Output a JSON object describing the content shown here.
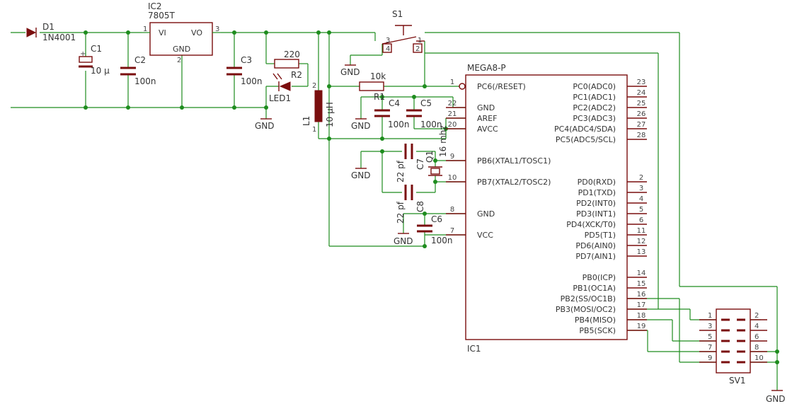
{
  "components": {
    "d1": {
      "name": "D1",
      "value": "1N4001"
    },
    "ic2": {
      "name": "IC2",
      "value": "7805T",
      "vi": "VI",
      "vo": "VO",
      "gnd": "GND",
      "p1": "1",
      "p2": "2",
      "p3": "3"
    },
    "c1": {
      "name": "C1",
      "value": "10 µ",
      "plus": "+"
    },
    "c2": {
      "name": "C2",
      "value": "100n"
    },
    "c3": {
      "name": "C3",
      "value": "100n"
    },
    "r2": {
      "name": "R2",
      "value": "220"
    },
    "led1": {
      "name": "LED1"
    },
    "l1": {
      "name": "L1",
      "value": "10 µH",
      "p1": "1",
      "p2": "2"
    },
    "s1": {
      "name": "S1",
      "p1": "1",
      "p2": "2",
      "p3": "3",
      "p4": "4"
    },
    "r1": {
      "name": "R1",
      "value": "10k"
    },
    "c4": {
      "name": "C4",
      "value": "100n"
    },
    "c5": {
      "name": "C5",
      "value": "100n"
    },
    "c6": {
      "name": "C6",
      "value": "100n"
    },
    "c7": {
      "name": "C7",
      "value": "22 pf"
    },
    "c8": {
      "name": "C8",
      "value": "22 pf"
    },
    "q1": {
      "name": "Q1",
      "value": "16 mhz"
    },
    "sv1": {
      "name": "SV1",
      "pins": [
        "1",
        "2",
        "3",
        "4",
        "5",
        "6",
        "7",
        "8",
        "9",
        "10"
      ]
    }
  },
  "gnd_label": "GND",
  "ic1": {
    "name": "IC1",
    "value": "MEGA8-P",
    "left_pins": [
      {
        "num": "1",
        "label": "PC6(/RESET)"
      },
      {
        "num": "22",
        "label": "GND"
      },
      {
        "num": "21",
        "label": "AREF"
      },
      {
        "num": "20",
        "label": "AVCC"
      },
      {
        "num": "9",
        "label": "PB6(XTAL1/TOSC1)"
      },
      {
        "num": "10",
        "label": "PB7(XTAL2/TOSC2)"
      },
      {
        "num": "8",
        "label": "GND"
      },
      {
        "num": "7",
        "label": "VCC"
      }
    ],
    "right_pins": [
      {
        "num": "23",
        "label": "PC0(ADC0)"
      },
      {
        "num": "24",
        "label": "PC1(ADC1)"
      },
      {
        "num": "25",
        "label": "PC2(ADC2)"
      },
      {
        "num": "26",
        "label": "PC3(ADC3)"
      },
      {
        "num": "27",
        "label": "PC4(ADC4/SDA)"
      },
      {
        "num": "28",
        "label": "PC5(ADC5/SCL)"
      },
      {
        "num": "2",
        "label": "PD0(RXD)"
      },
      {
        "num": "3",
        "label": "PD1(TXD)"
      },
      {
        "num": "4",
        "label": "PD2(INT0)"
      },
      {
        "num": "5",
        "label": "PD3(INT1)"
      },
      {
        "num": "6",
        "label": "PD4(XCK/T0)"
      },
      {
        "num": "11",
        "label": "PD5(T1)"
      },
      {
        "num": "12",
        "label": "PD6(AIN0)"
      },
      {
        "num": "13",
        "label": "PD7(AIN1)"
      },
      {
        "num": "14",
        "label": "PB0(ICP)"
      },
      {
        "num": "15",
        "label": "PB1(OC1A)"
      },
      {
        "num": "16",
        "label": "PB2(SS/OC1B)"
      },
      {
        "num": "17",
        "label": "PB3(MOSI/OC2)"
      },
      {
        "num": "18",
        "label": "PB4(MISO)"
      },
      {
        "num": "19",
        "label": "PB5(SCK)"
      }
    ]
  }
}
